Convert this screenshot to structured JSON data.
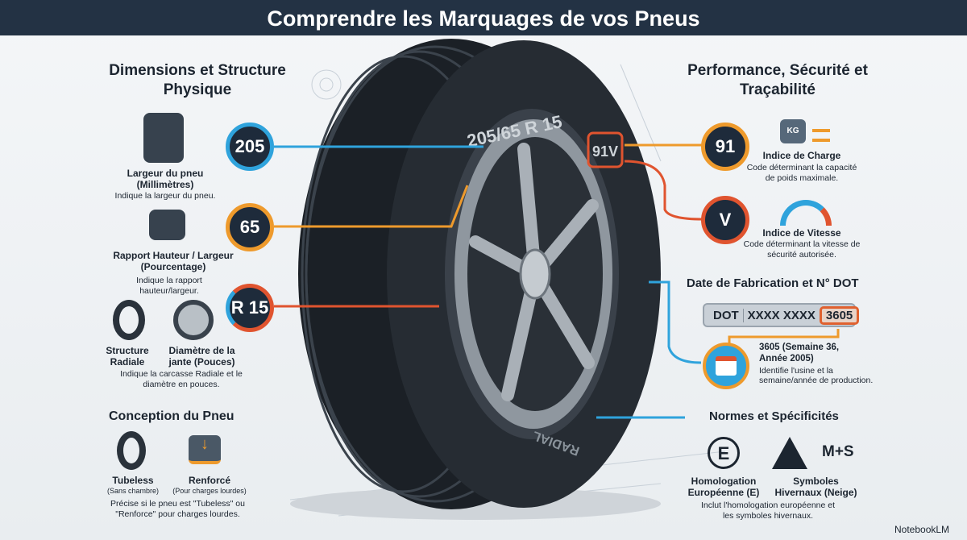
{
  "title": "Comprendre les Marquages de vos Pneus",
  "left": {
    "heading": "Dimensions et Structure Physique",
    "width": {
      "code": "205",
      "title": "Largeur du pneu (Millimètres)",
      "desc": "Indique la largeur du pneu."
    },
    "ratio": {
      "code": "65",
      "title": "Rapport Hauteur / Largeur (Pourcentage)",
      "desc": "Indique la rapport hauteur/largeur."
    },
    "rim": {
      "code": "R 15",
      "title_a": "Structure Radiale",
      "title_b": "Diamètre de la jante (Pouces)",
      "desc": "Indique la carcasse Radiale et le diamètre en pouces."
    },
    "design": {
      "heading": "Conception du Pneu",
      "tubeless": "Tubeless",
      "tubeless_sub": "(Sans chambre)",
      "reinforced": "Renforcé",
      "reinforced_sub": "(Pour charges lourdes)",
      "desc": "Précise si le pneu est \"Tubeless\" ou \"Renforce\" pour charges lourdes."
    }
  },
  "tire": {
    "sidewall": "205/65 R 15",
    "load_speed": "91V",
    "radial": "RADIAL"
  },
  "right": {
    "heading": "Performance, Sécurité et Traçabilité",
    "load": {
      "code": "91",
      "icon_label": "KG",
      "title": "Indice de Charge",
      "desc": "Code déterminant la capacité de poids maximale."
    },
    "speed": {
      "code": "V",
      "title": "Indice de Vitesse",
      "desc": "Code déterminant la vitesse de sécurité autorisée."
    },
    "dot": {
      "heading": "Date de Fabrication et N° DOT",
      "prefix": "DOT",
      "code": "XXXX XXXX",
      "date": "3605",
      "title": "3605 (Semaine 36, Année 2005)",
      "desc": "Identifie l'usine et la semaine/année de production."
    },
    "norms": {
      "heading": "Normes et Spécificités",
      "e_mark": "E",
      "ms": "M+S",
      "homolog": "Homologation Européenne (E)",
      "winter": "Symboles Hivernaux (Neige)",
      "desc": "Inclut l'homologation européenne et les symboles hivernaux."
    }
  },
  "brand": "NotebookLM",
  "colors": {
    "navy": "#233244",
    "blue": "#2fa3dc",
    "orange": "#ee9a2c",
    "red": "#e0542f"
  }
}
